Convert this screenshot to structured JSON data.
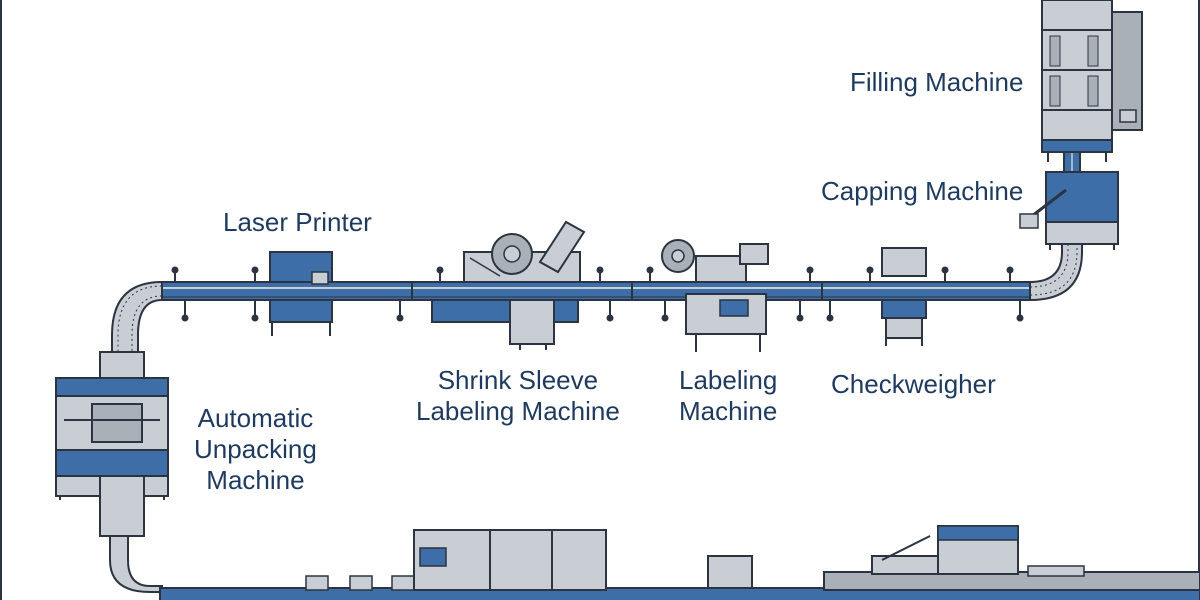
{
  "colors": {
    "conveyor_blue": "#3e6ea8",
    "steel_light": "#c9ced4",
    "steel_mid": "#a9b0b8",
    "outline": "#2b3440",
    "label_text": "#1f3a5f"
  },
  "stations": {
    "filling_machine": {
      "lines": [
        "Filling Machine"
      ]
    },
    "capping_machine": {
      "lines": [
        "Capping Machine"
      ]
    },
    "laser_printer": {
      "lines": [
        "Laser Printer"
      ]
    },
    "shrink_sleeve": {
      "lines": [
        "Shrink Sleeve",
        "Labeling Machine"
      ]
    },
    "labeling_machine": {
      "lines": [
        "Labeling",
        "Machine"
      ]
    },
    "checkweigher": {
      "lines": [
        "Checkweigher"
      ]
    },
    "unpacking_machine": {
      "lines": [
        "Automatic",
        "Unpacking",
        "Machine"
      ]
    }
  }
}
